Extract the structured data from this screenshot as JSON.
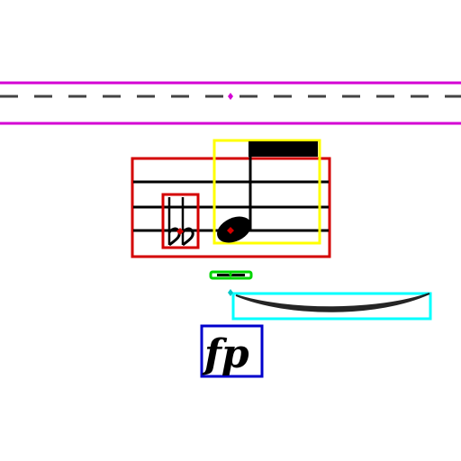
{
  "music": {
    "dynamic_marking": "fp",
    "accidental": "double-flat",
    "note": "eighth-note",
    "beam": "beam-fragment",
    "rest": "whole-or-half-rest",
    "slur": "slur"
  },
  "annotation_boxes": [
    {
      "label": "ledger-line-guide",
      "color": "#d400d4"
    },
    {
      "label": "staff",
      "color": "#d40000"
    },
    {
      "label": "double-flat",
      "color": "#d40000"
    },
    {
      "label": "note-and-beam",
      "color": "#ffff00"
    },
    {
      "label": "rest",
      "color": "#00d400"
    },
    {
      "label": "slur",
      "color": "#00ffff"
    },
    {
      "label": "dynamic",
      "color": "#0000cc"
    }
  ]
}
